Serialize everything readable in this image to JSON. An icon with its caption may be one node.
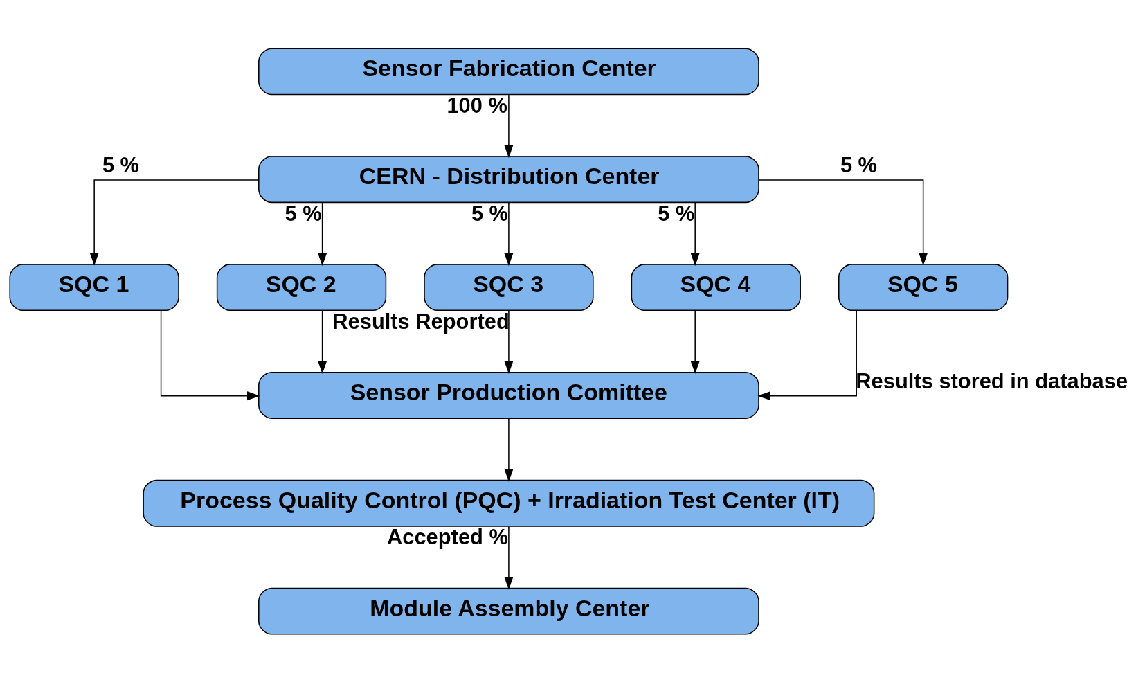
{
  "diagram": {
    "nodes": [
      {
        "text": [
          "Sensor Fabrication Center"
        ]
      },
      {
        "text": [
          "CERN - Distribution Center"
        ]
      },
      {
        "text": [
          "SQC 1"
        ]
      },
      {
        "text": [
          "SQC 2"
        ]
      },
      {
        "text": [
          "SQC 3"
        ]
      },
      {
        "text": [
          "SQC 4"
        ]
      },
      {
        "text": [
          "SQC 5"
        ]
      },
      {
        "text": [
          "Sensor Production Comittee"
        ]
      },
      {
        "text": [
          "Process Quality Control (PQC) + Irradiation Test Center (IT)"
        ]
      },
      {
        "text": [
          "Module Assembly Center"
        ]
      }
    ],
    "edges": [
      {
        "from": 0,
        "to": 1,
        "arrow": "to",
        "label": "100 %"
      },
      {
        "from": 1,
        "to": 2,
        "arrow": "to",
        "label": "5 %"
      },
      {
        "from": 1,
        "to": 3,
        "arrow": "to",
        "label": "5 %"
      },
      {
        "from": 1,
        "to": 4,
        "arrow": "to",
        "label": "5 %"
      },
      {
        "from": 1,
        "to": 5,
        "arrow": "to",
        "label": "5 %"
      },
      {
        "from": 1,
        "to": 6,
        "arrow": "to",
        "label": "5 %"
      },
      {
        "from": 2,
        "to": 7,
        "arrow": "to"
      },
      {
        "from": 3,
        "to": 7,
        "arrow": "to"
      },
      {
        "from": 4,
        "to": 7,
        "arrow": "to",
        "label": "Results Reported"
      },
      {
        "from": 5,
        "to": 7,
        "arrow": "to"
      },
      {
        "from": 6,
        "to": 7,
        "arrow": "to",
        "label": "Results stored in database"
      },
      {
        "from": 7,
        "to": 8,
        "arrow": "to"
      },
      {
        "from": 8,
        "to": 9,
        "arrow": "to",
        "label": "Accepted %"
      }
    ]
  }
}
